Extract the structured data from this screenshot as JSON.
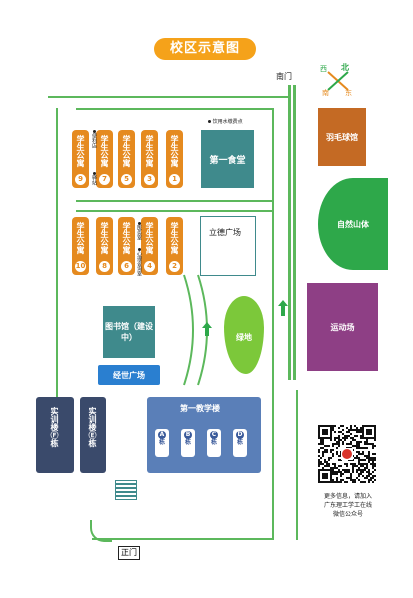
{
  "title": "校区示意图",
  "gates": {
    "south": "南门",
    "main": "正门"
  },
  "compass": {
    "north": "北",
    "south": "南",
    "east": "东",
    "west": "西"
  },
  "dorms_top": [
    {
      "label": "学生公寓",
      "num": "9"
    },
    {
      "label": "学生公寓",
      "num": "7"
    },
    {
      "label": "学生公寓",
      "num": "5"
    },
    {
      "label": "学生公寓",
      "num": "3"
    },
    {
      "label": "学生公寓",
      "num": "1"
    }
  ],
  "dorms_bottom": [
    {
      "label": "学生公寓",
      "num": "10"
    },
    {
      "label": "学生公寓",
      "num": "8"
    },
    {
      "label": "学生公寓",
      "num": "6"
    },
    {
      "label": "学生公寓",
      "num": "4"
    },
    {
      "label": "学生公寓",
      "num": "2"
    }
  ],
  "small_labels": {
    "water_point": "饮用水缴费点",
    "dorm_note_a": "便利店",
    "dorm_note_b": "医务室",
    "dorm_note_c": "心理咨询室",
    "dorm_note_d": "驿站"
  },
  "buildings": {
    "canteen": "第一食堂",
    "plaza": "立德广场",
    "library": "图书馆（建设中）",
    "jingshi": "经世广场",
    "green": "绿地",
    "teaching": "第一教学楼",
    "training_f": "实训楼Ⓕ栋",
    "training_e": "实训楼Ⓔ栋",
    "badminton": "羽毛球馆",
    "hill": "自然山体",
    "sports": "运动场"
  },
  "teaching_wings": [
    {
      "letter": "A",
      "suffix": "栋"
    },
    {
      "letter": "B",
      "suffix": "栋"
    },
    {
      "letter": "C",
      "suffix": "栋"
    },
    {
      "letter": "D",
      "suffix": "栋"
    }
  ],
  "qr_caption": [
    "更多信息，请加入",
    "广东理工学工在线",
    "微信公众号"
  ],
  "colors": {
    "orange": "#e58a1f",
    "road_green": "#5cb85c",
    "teal": "#3f8a8c",
    "navy": "#3a4a6b",
    "blue": "#2a7fd0",
    "teaching_blue": "#5a7fb8",
    "purple": "#8e3f85",
    "hill_green": "#2ea84a",
    "lawn_green": "#7cc83a",
    "brown": "#c46a24"
  }
}
